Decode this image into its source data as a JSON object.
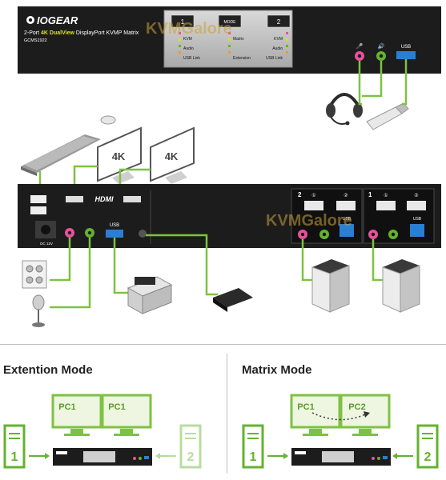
{
  "front_panel": {
    "brand": "IOGEAR",
    "product_prefix": "2-Port ",
    "product_highlight": "4K DualView",
    "product_suffix": " DisplayPort KVMP Matrix",
    "model": "GCMS1922",
    "port1_label": "1",
    "mode_label": "MODE",
    "port2_label": "2",
    "left_status": [
      "KVM",
      "Audio",
      "USB Link"
    ],
    "center_status": [
      "Matrix",
      "Extension"
    ],
    "right_status": [
      "KVM",
      "Audio",
      "USB Link"
    ],
    "usb_label": "USB"
  },
  "watermark": "KVMGalore",
  "rear_panel": {
    "hdmi_logo": "HDMI",
    "usb_label": "USB",
    "port_group_1": "1",
    "port_group_2": "2",
    "dc_label": "DC 12V",
    "port_a_glyph": "①",
    "port_b_glyph": "②"
  },
  "monitors": [
    "4K",
    "4K"
  ],
  "modes": {
    "extension": {
      "title": "Extention  Mode",
      "pc_a": "PC1",
      "pc_b": "PC1",
      "computer_1": "1",
      "computer_2": "2"
    },
    "matrix": {
      "title": "Matrix Mode",
      "pc_a": "PC1",
      "pc_b": "PC2",
      "computer_1": "1",
      "computer_2": "2"
    }
  },
  "colors": {
    "cable": "#7dc242",
    "device": "#1c1c1c",
    "accent_yellow": "#d9e021",
    "mic_pink": "#e8519a",
    "audio_green": "#63b32e",
    "usb_blue": "#2a7fd4"
  }
}
